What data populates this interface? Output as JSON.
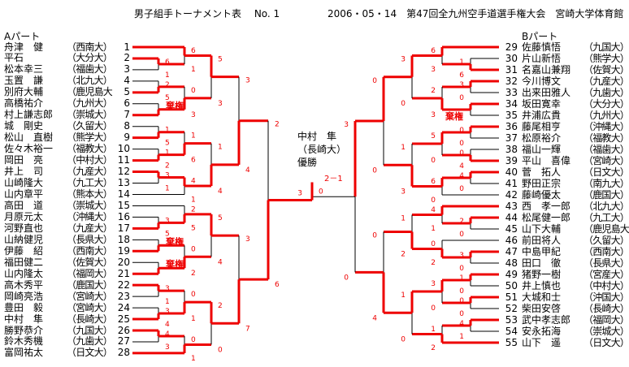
{
  "header": {
    "title": "男子組手トーナメント表　 No. 1",
    "event": "2006・05・14　第47回全九州空手道選手権大会　宮崎大学体育館"
  },
  "part_a": {
    "label": "Aパート",
    "players": [
      {
        "num": "1",
        "name": "舟津　健",
        "school": "（西南大）"
      },
      {
        "num": "2",
        "name": "平石",
        "school": "（大分大）"
      },
      {
        "num": "3",
        "name": "松本幸三",
        "school": "（福歯大）"
      },
      {
        "num": "4",
        "name": "玉置　謙",
        "school": "（北九大）"
      },
      {
        "num": "5",
        "name": "別府大輔",
        "school": "（鹿児島大"
      },
      {
        "num": "6",
        "name": "高橋祐介",
        "school": "（九州大）"
      },
      {
        "num": "7",
        "name": "村上謙志郎",
        "school": "（崇城大）"
      },
      {
        "num": "8",
        "name": "城　剛史",
        "school": "（久留大）"
      },
      {
        "num": "9",
        "name": "松山　直樹",
        "school": "（熊学大）"
      },
      {
        "num": "10",
        "name": "佐々木裕一",
        "school": "（福教大）"
      },
      {
        "num": "11",
        "name": "岡田　亮",
        "school": "（中村大）"
      },
      {
        "num": "12",
        "name": "井上　司",
        "school": "（九産大）"
      },
      {
        "num": "13",
        "name": "山崎隆大",
        "school": "（九工大）"
      },
      {
        "num": "14",
        "name": "山内章平",
        "school": "（熊本大）"
      },
      {
        "num": "15",
        "name": "高田　道",
        "school": "（崇城大）"
      },
      {
        "num": "16",
        "name": "月原元太",
        "school": "（沖縄大）"
      },
      {
        "num": "17",
        "name": "河野直也",
        "school": "（九産大）"
      },
      {
        "num": "18",
        "name": "山納健児",
        "school": "（長県大）"
      },
      {
        "num": "19",
        "name": "伊藤　紹",
        "school": "（西南大）"
      },
      {
        "num": "20",
        "name": "福田健二",
        "school": "（佐賀大）"
      },
      {
        "num": "21",
        "name": "山内隆太",
        "school": "（福岡大）"
      },
      {
        "num": "22",
        "name": "高木秀平",
        "school": "（鹿国大）"
      },
      {
        "num": "23",
        "name": "岡崎亮浩",
        "school": "（宮崎大）"
      },
      {
        "num": "24",
        "name": "豊田　毅",
        "school": "（宮崎大）"
      },
      {
        "num": "25",
        "name": "中村　隼",
        "school": "（長崎大）"
      },
      {
        "num": "26",
        "name": "勝野恭介",
        "school": "（九国大）"
      },
      {
        "num": "27",
        "name": "鈴木秀機",
        "school": "（九歯大）"
      },
      {
        "num": "28",
        "name": "富岡祐太",
        "school": "（日文大）"
      }
    ]
  },
  "part_b": {
    "label": "Bパート",
    "players": [
      {
        "num": "29",
        "name": "佐藤慎悟",
        "school": "（九国大）"
      },
      {
        "num": "30",
        "name": "片山新悟",
        "school": "（熊学大）"
      },
      {
        "num": "31",
        "name": "名嘉山兼翔",
        "school": "（佐賀大）"
      },
      {
        "num": "32",
        "name": "今川博文",
        "school": "（九産大）"
      },
      {
        "num": "33",
        "name": "出来田雅人",
        "school": "（九歯大）"
      },
      {
        "num": "34",
        "name": "坂田寛幸",
        "school": "（大分大）"
      },
      {
        "num": "35",
        "name": "井浦広貴",
        "school": "（九州大）"
      },
      {
        "num": "36",
        "name": "藤尾相亨",
        "school": "（沖縄大）"
      },
      {
        "num": "37",
        "name": "松原裕介",
        "school": "（福教大）"
      },
      {
        "num": "38",
        "name": "福山一輝",
        "school": "（福歯大）"
      },
      {
        "num": "39",
        "name": "平山　喜偉",
        "school": "（宮崎大）"
      },
      {
        "num": "40",
        "name": "菅　拓人",
        "school": "（日文大）"
      },
      {
        "num": "41",
        "name": "野田正宗",
        "school": "（南九大）"
      },
      {
        "num": "42",
        "name": "藤崎優太",
        "school": "（鹿国大）"
      },
      {
        "num": "43",
        "name": "西　孝一郎",
        "school": "（北九大）"
      },
      {
        "num": "44",
        "name": "松尾健一郎",
        "school": "（九工大）"
      },
      {
        "num": "45",
        "name": "山下大輔",
        "school": "（鹿児島大"
      },
      {
        "num": "46",
        "name": "前田将人",
        "school": "（久留大）"
      },
      {
        "num": "47",
        "name": "中島甲紀",
        "school": "（西南大）"
      },
      {
        "num": "48",
        "name": "田口　徹",
        "school": "（長県大）"
      },
      {
        "num": "49",
        "name": "猪野一樹",
        "school": "（宮産大）"
      },
      {
        "num": "50",
        "name": "井上慎也",
        "school": "（中村大）"
      },
      {
        "num": "51",
        "name": "大城和士",
        "school": "（沖国大）"
      },
      {
        "num": "52",
        "name": "柴田安啓",
        "school": "（長崎大）"
      },
      {
        "num": "53",
        "name": "武中孝志郎",
        "school": "（福岡大）"
      },
      {
        "num": "54",
        "name": "安永拓海",
        "school": "（崇城大）"
      },
      {
        "num": "55",
        "name": "山下　遥",
        "school": "（日文大）"
      }
    ]
  },
  "forfeit_label": "棄権",
  "bracket": {
    "left": {
      "s": [
        2,
        6
      ],
      "w": 1,
      "a": {
        "s": [
          3,
          4
        ],
        "w": 1,
        "a": {
          "s": [
            5,
            3
          ],
          "w": 0,
          "a": {
            "s": [
              6,
              1
            ],
            "w": 0,
            "a": 1,
            "b": {
              "s": [
                6,
                1
              ],
              "w": 0,
              "a": 2,
              "b": 3
            }
          },
          "b": {
            "s": [
              0,
              3
            ],
            "w": 1,
            "a": {
              "s": [
                2,
                5
              ],
              "w": 1,
              "a": 4,
              "b": 5
            },
            "b": {
              "forfeit": true,
              "w": 1,
              "a": 6,
              "b": 7
            }
          }
        },
        "b": {
          "s": [
            1,
            4
          ],
          "w": 1,
          "a": {
            "s": [
              1,
              6
            ],
            "w": 1,
            "a": {
              "s": [
                1,
                5
              ],
              "w": 1,
              "a": 8,
              "b": 9
            },
            "b": {
              "s": [
                1,
                2
              ],
              "w": 1,
              "a": 10,
              "b": 11
            }
          },
          "b": {
            "s": [
              4,
              1
            ],
            "w": 0,
            "a": {
              "s": [
                3,
                1
              ],
              "w": 0,
              "a": 12,
              "b": 13
            },
            "b": 14
          }
        }
      },
      "b": {
        "s": [
          3,
          7
        ],
        "w": 1,
        "a": {
          "s": [
            5,
            4
          ],
          "w": 0,
          "a": {
            "s": [
              2,
              5
            ],
            "w": 1,
            "a": 15,
            "b": {
              "s": [
                3,
                5
              ],
              "w": 1,
              "a": 16,
              "b": 17
            }
          },
          "b": {
            "s": [
              0,
              2
            ],
            "w": 1,
            "a": {
              "forfeit": true,
              "w": 1,
              "a": 18,
              "b": 19
            },
            "b": {
              "forfeit": true,
              "w": 1,
              "a": 20,
              "b": 21
            }
          }
        },
        "b": {
          "s": [
            2,
            0
          ],
          "w": 0,
          "a": {
            "s": [
              0,
              1
            ],
            "w": 1,
            "a": {
              "s": [
                3,
                1
              ],
              "w": 0,
              "a": 22,
              "b": 23
            },
            "b": {
              "s": [
                3,
                4
              ],
              "w": 1,
              "a": 24,
              "b": 25
            }
          },
          "b": {
            "s": [
              0,
              1
            ],
            "w": 1,
            "a": {
              "s": [
                4,
                3
              ],
              "w": 0,
              "a": 26,
              "b": 27
            },
            "b": 28
          }
        }
      }
    },
    "right": {
      "s": [
        3,
        0
      ],
      "w": 0,
      "a": {
        "s": [
          0,
          0
        ],
        "w": 0,
        "a": {
          "s": [
            3,
            0
          ],
          "w": 0,
          "a": {
            "s": [
              6,
              3
            ],
            "w": 0,
            "a": 29,
            "b": {
              "s": [
                1,
                6
              ],
              "w": 1,
              "a": 30,
              "b": 31
            }
          },
          "b": {
            "s": [
              2,
              3
            ],
            "w": 1,
            "a": {
              "s": [
                3,
                0
              ],
              "w": 0,
              "a": 32,
              "b": 33
            },
            "b": {
              "forfeit": true,
              "w": 0,
              "a": 34,
              "b": 35
            }
          }
        },
        "b": {
          "s": [
            1,
            3
          ],
          "w": 1,
          "a": {
            "s": [
              5,
              0
            ],
            "w": 0,
            "a": {
              "s": [
                0,
                0
              ],
              "w": 0,
              "a": 36,
              "b": 37
            },
            "b": {
              "s": [
                0,
                4
              ],
              "w": 1,
              "a": 38,
              "b": 39
            }
          },
          "b": {
            "s": [
              6,
              0
            ],
            "w": 0,
            "a": {
              "s": [
                4,
                0
              ],
              "w": 0,
              "a": 40,
              "b": 41
            },
            "b": 42
          }
        }
      },
      "b": {
        "s": [
          0,
          4
        ],
        "w": 1,
        "a": {
          "s": [
            1,
            2
          ],
          "w": 1,
          "a": {
            "s": [
              4,
              1
            ],
            "w": 0,
            "a": 43,
            "b": {
              "s": [
                2,
                0
              ],
              "w": 0,
              "a": 44,
              "b": 45
            }
          },
          "b": {
            "s": [
              0,
              2
            ],
            "w": 1,
            "a": 46,
            "b": {
              "s": [
                3,
                0
              ],
              "w": 0,
              "a": 47,
              "b": 48
            }
          }
        },
        "b": {
          "s": [
            1,
            0
          ],
          "w": 0,
          "a": {
            "s": [
              3,
              0
            ],
            "w": 0,
            "a": {
              "s": [
                1,
                0
              ],
              "w": 0,
              "a": 49,
              "b": 50
            },
            "b": {
              "s": [
                0,
                0
              ],
              "w": 0,
              "a": 51,
              "b": 52
            }
          },
          "b": {
            "s": [
              1,
              2
            ],
            "w": 1,
            "a": {
              "s": [
                4,
                1
              ],
              "w": 0,
              "a": 53,
              "b": 54
            },
            "b": 55
          }
        }
      }
    },
    "final": {
      "left_score": "3",
      "right_score": "0"
    }
  },
  "champion": {
    "name": "中村　隼",
    "school": "（長崎大）",
    "label": "優勝",
    "record": "2－1"
  },
  "colors": {
    "win_line": "#ee0000",
    "line": "#000000",
    "score": "#ee0000"
  }
}
